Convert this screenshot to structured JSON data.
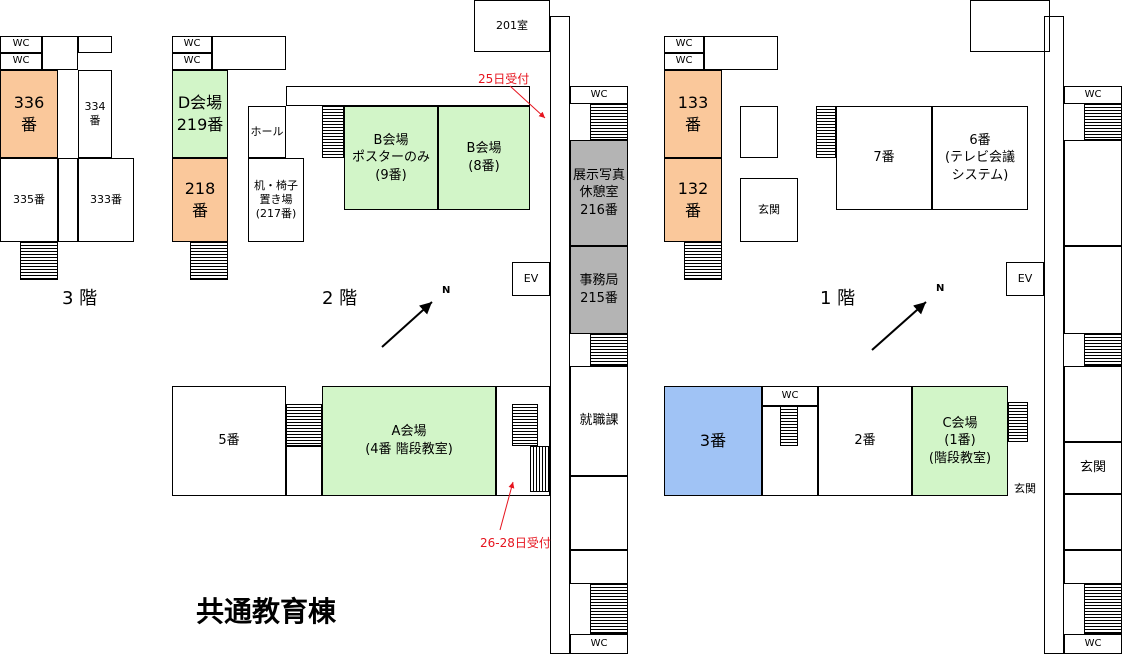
{
  "title": "共通教育棟",
  "floor3": {
    "label": "3 階",
    "wc1": "WC",
    "wc2": "WC",
    "room336": "336\n番",
    "room334": "334\n番",
    "room335": "335番",
    "room333": "333番"
  },
  "floor2": {
    "label": "2 階",
    "wc1": "WC",
    "wc2": "WC",
    "room219": "D会場\n219番",
    "room218": "218\n番",
    "hall": "ホール",
    "storage": "机・椅子\n置き場\n(217番)",
    "b_poster": "B会場\nポスターのみ\n(9番)",
    "b_8": "B会場\n(8番)",
    "room201": "201室",
    "reception25": "25日受付",
    "wc_corr": "WC",
    "room216": "展示写真\n休憩室\n216番",
    "room215": "事務局\n215番",
    "ev": "EV",
    "syushoku": "就職課",
    "room5": "5番",
    "a_hall": "A会場\n(4番 階段教室)",
    "reception26": "26-28日受付",
    "wc_bottom": "WC",
    "north": "N"
  },
  "floor1": {
    "label": "1 階",
    "wc1": "WC",
    "wc2": "WC",
    "room133": "133\n番",
    "room132": "132\n番",
    "genkan_left": "玄関",
    "wc_top": "WC",
    "room7": "7番",
    "room6": "6番\n(テレビ会議\nシステム)",
    "ev": "EV",
    "room3": "3番",
    "wc_mid": "WC",
    "room2": "2番",
    "c_hall": "C会場\n(1番)\n(階段教室)",
    "genkan_bottom": "玄関",
    "genkan_right": "玄関",
    "wc_bottom": "WC",
    "north": "N"
  }
}
